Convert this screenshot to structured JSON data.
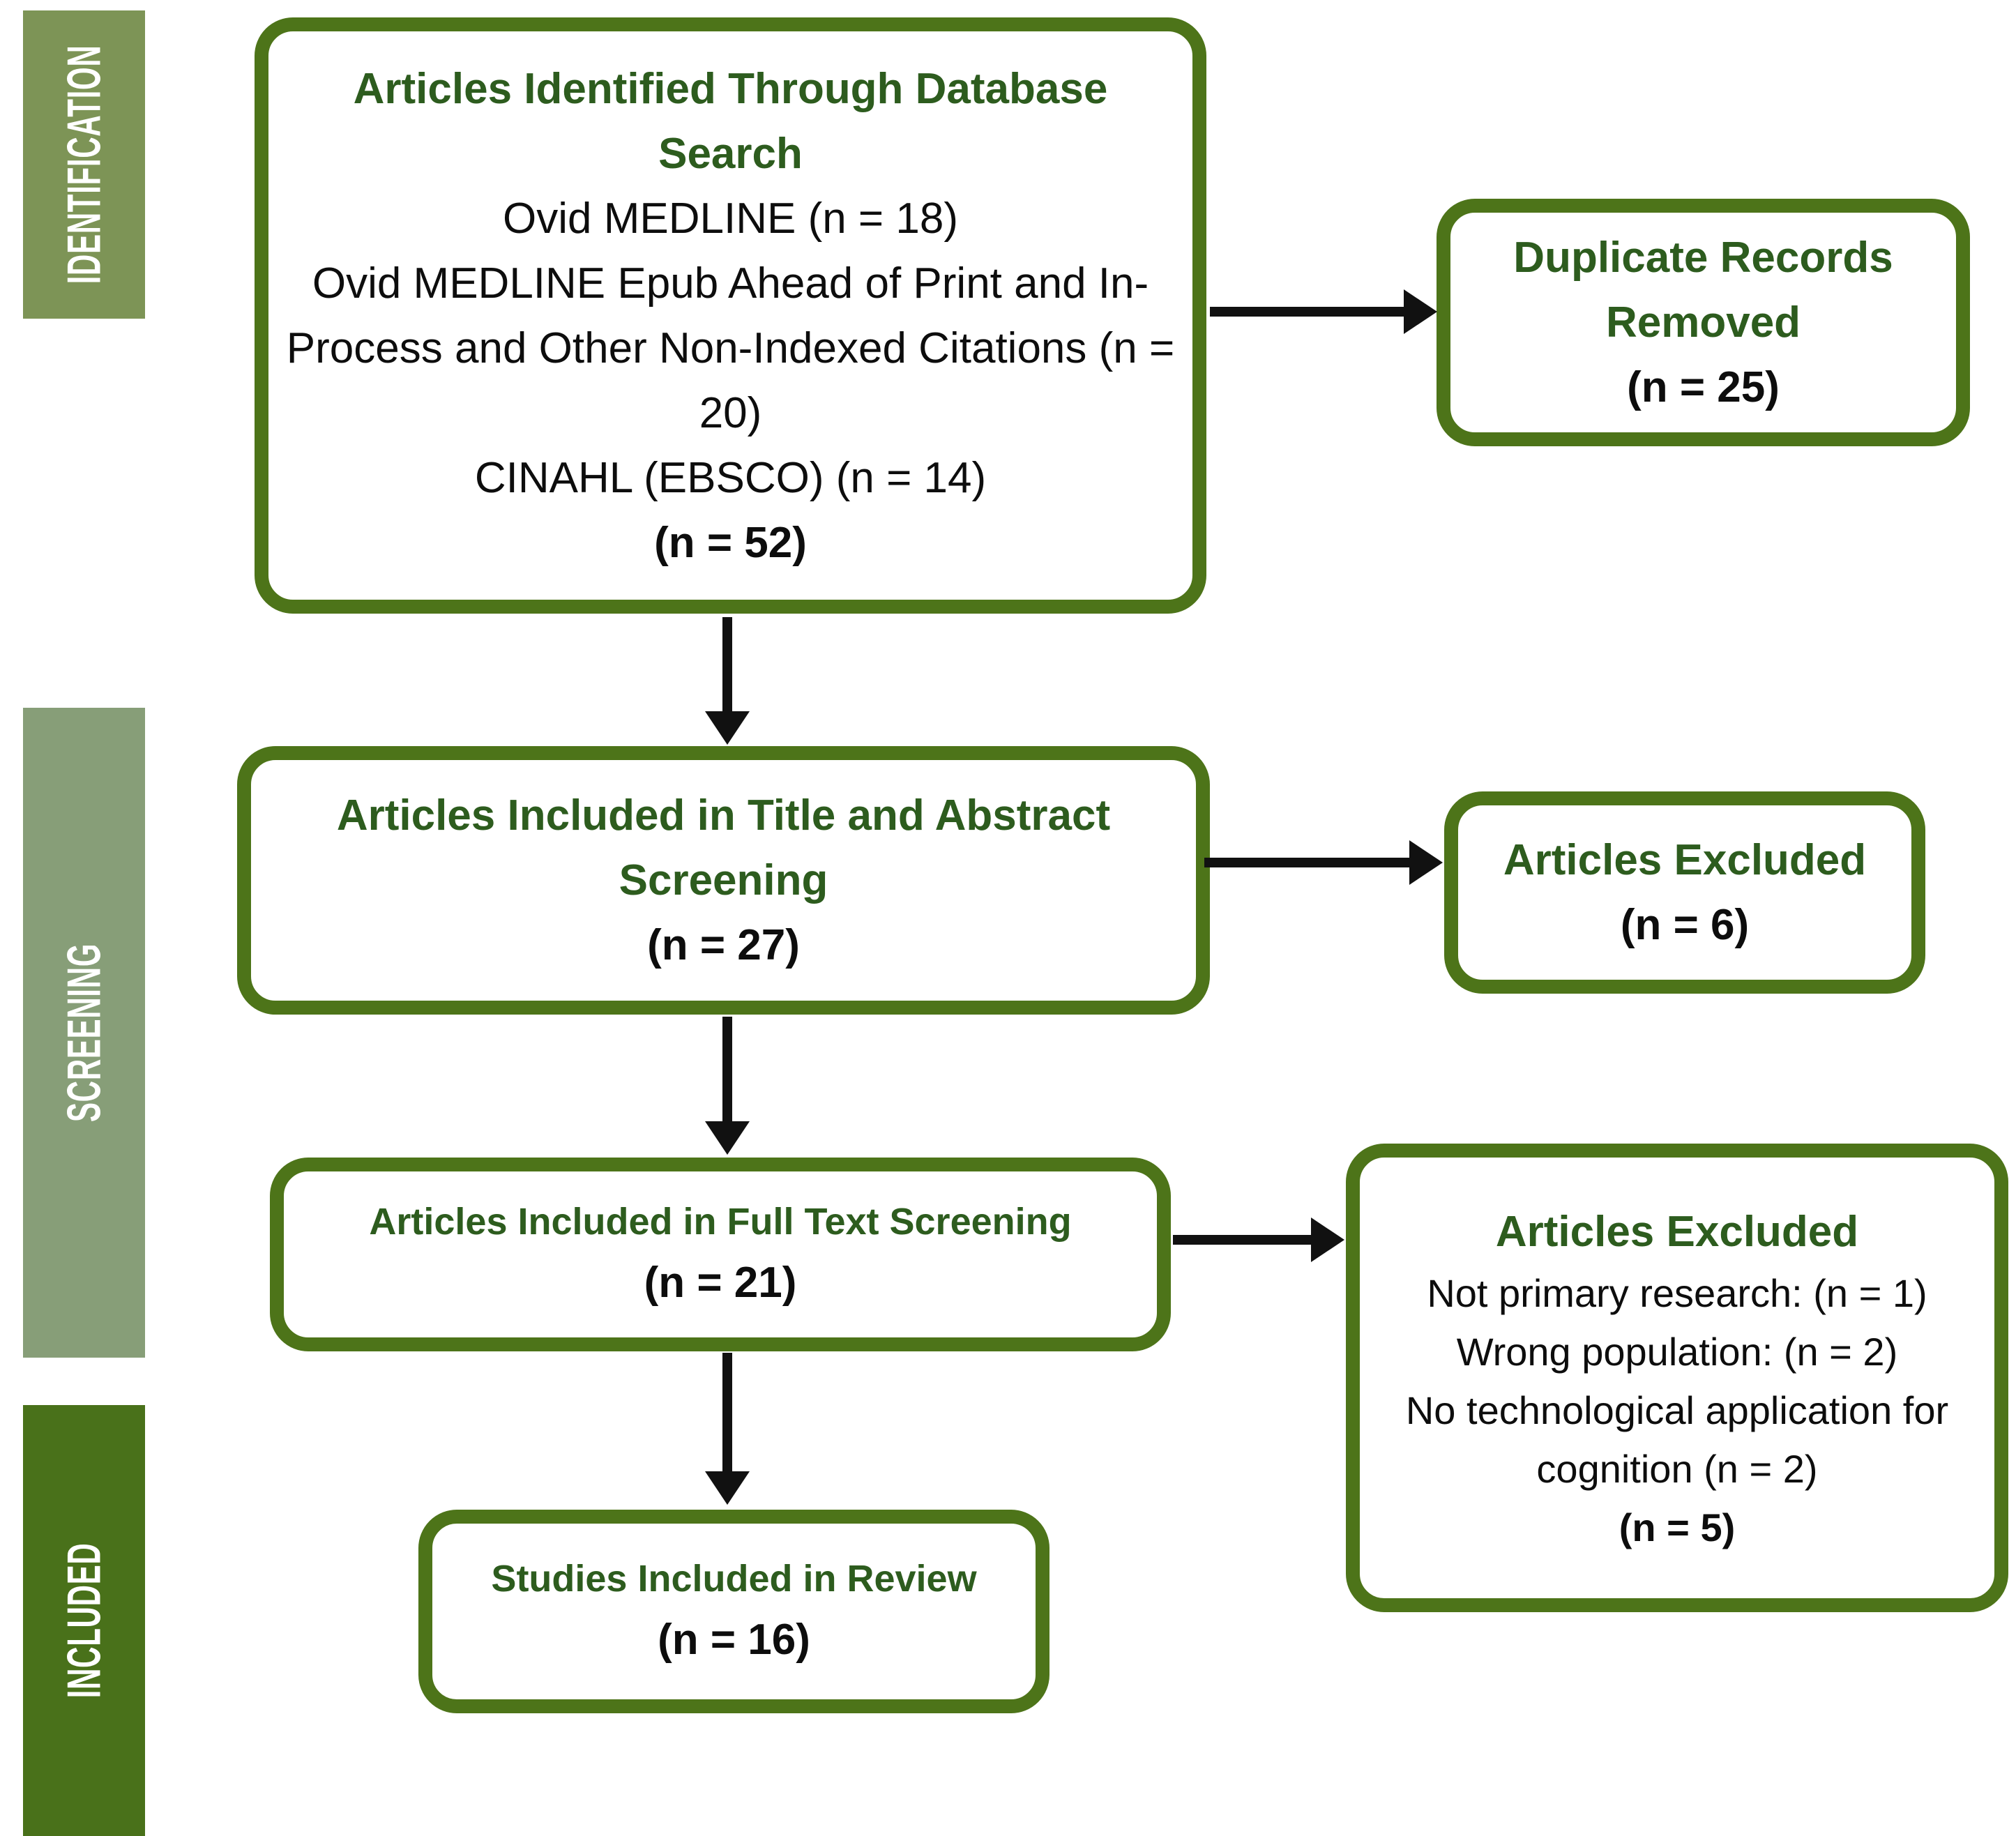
{
  "colors": {
    "box_border_green": "#4d7419",
    "heading_green": "#2d5c1e",
    "band_identification": "#7d9456",
    "band_screening": "#879e78",
    "band_included": "#49711a",
    "arrow_black": "#111111",
    "body_text": "#0d0d0d",
    "background": "#ffffff"
  },
  "sidebar": {
    "identification": "IDENTIFICATION",
    "screening": "SCREENING",
    "included": "INCLUDED"
  },
  "boxes": {
    "database_search": {
      "title": "Articles Identified Through Database Search",
      "lines": [
        "Ovid MEDLINE (n = 18)",
        "Ovid MEDLINE Epub Ahead of Print and In-Process and Other Non-Indexed Citations (n = 20)",
        "CINAHL (EBSCO) (n = 14)"
      ],
      "total": "(n = 52)"
    },
    "duplicates_removed": {
      "title": "Duplicate Records Removed",
      "total": "(n = 25)"
    },
    "title_abstract_screening": {
      "title": "Articles Included in Title and Abstract Screening",
      "total": "(n = 27)"
    },
    "excluded_title_abstract": {
      "title": "Articles Excluded",
      "total": "(n = 6)"
    },
    "full_text_screening": {
      "title": "Articles Included in Full Text Screening",
      "total": "(n = 21)"
    },
    "excluded_full_text": {
      "title": "Articles Excluded",
      "lines": [
        "Not primary research: (n = 1)",
        "Wrong population: (n = 2)",
        "No technological application for cognition (n = 2)"
      ],
      "total": "(n = 5)"
    },
    "included_review": {
      "title": "Studies Included in Review",
      "total": "(n = 16)"
    }
  }
}
